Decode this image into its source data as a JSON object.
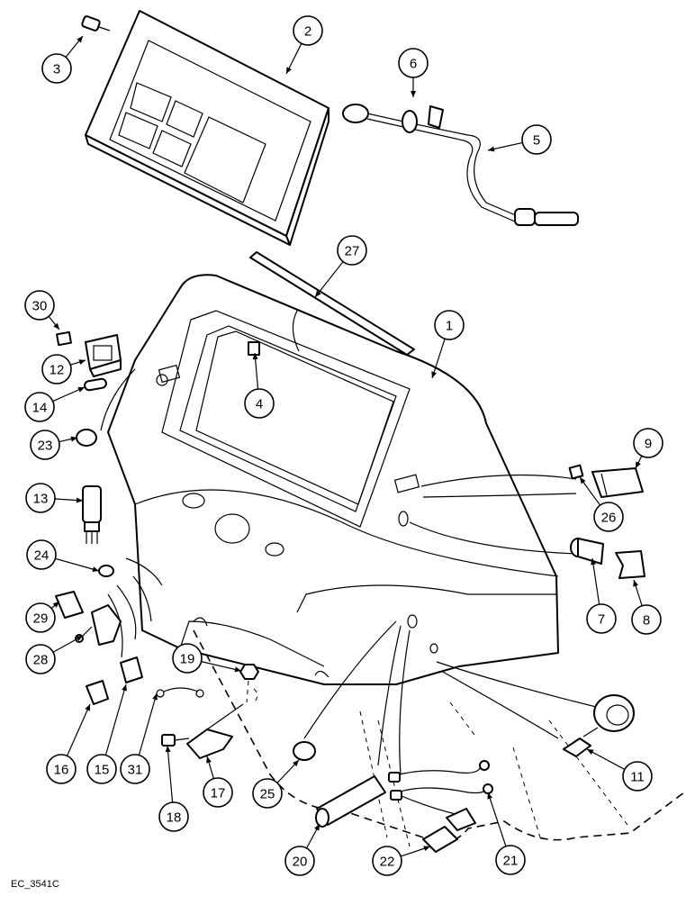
{
  "diagram_code": "EC_3541C",
  "callouts": [
    {
      "label": "1"
    },
    {
      "label": "2"
    },
    {
      "label": "3"
    },
    {
      "label": "4"
    },
    {
      "label": "5"
    },
    {
      "label": "6"
    },
    {
      "label": "7"
    },
    {
      "label": "8"
    },
    {
      "label": "9"
    },
    {
      "label": "11"
    },
    {
      "label": "12"
    },
    {
      "label": "13"
    },
    {
      "label": "14"
    },
    {
      "label": "15"
    },
    {
      "label": "16"
    },
    {
      "label": "17"
    },
    {
      "label": "18"
    },
    {
      "label": "19"
    },
    {
      "label": "20"
    },
    {
      "label": "21"
    },
    {
      "label": "22"
    },
    {
      "label": "23"
    },
    {
      "label": "24"
    },
    {
      "label": "25"
    },
    {
      "label": "26"
    },
    {
      "label": "27"
    },
    {
      "label": "28"
    },
    {
      "label": "29"
    },
    {
      "label": "30"
    },
    {
      "label": "31"
    }
  ]
}
